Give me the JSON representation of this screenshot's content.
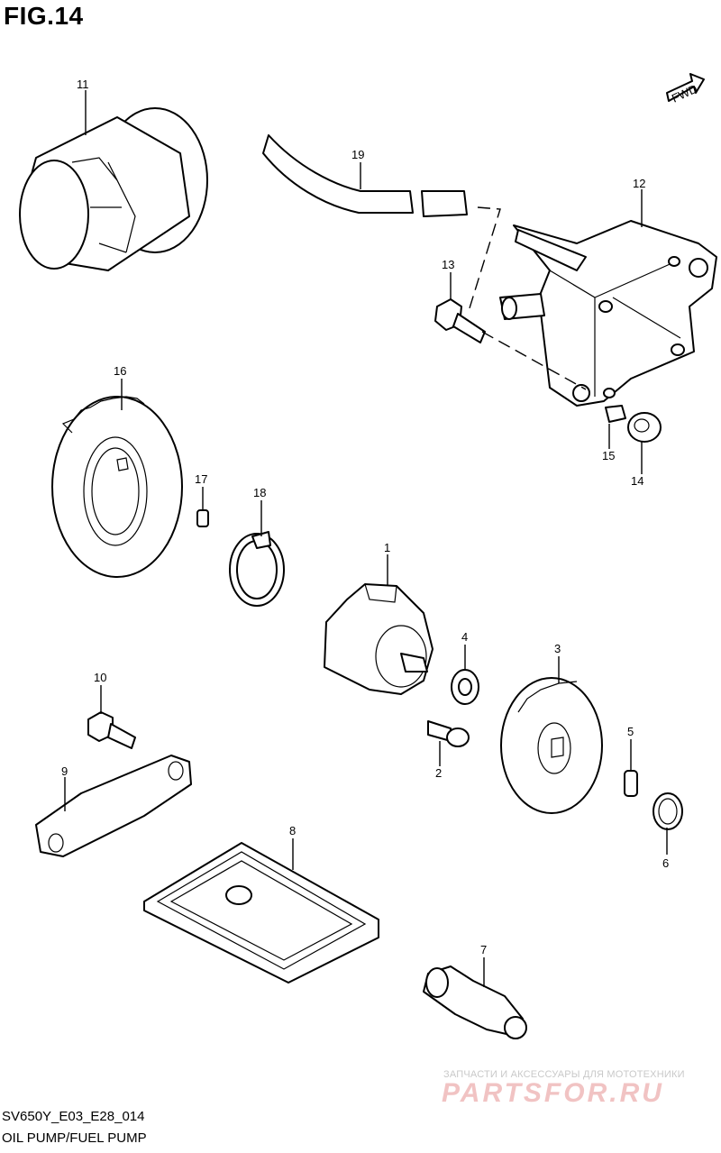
{
  "figure": {
    "title": "FIG.14"
  },
  "direction_marker": {
    "label": "FWD",
    "icon": "forward-arrow-icon"
  },
  "callouts": [
    "1",
    "2",
    "3",
    "4",
    "5",
    "6",
    "7",
    "8",
    "9",
    "10",
    "11",
    "12",
    "13",
    "14",
    "15",
    "16",
    "17",
    "18",
    "19"
  ],
  "footer": {
    "code": "SV650Y_E03_E28_014",
    "name": "OIL PUMP/FUEL PUMP"
  },
  "watermark": {
    "subtitle": "ЗАПЧАСТИ И АКСЕССУАРЫ ДЛЯ МОТОТЕХНИКИ",
    "brand": "PARTSFOR.RU",
    "color": "#f1c3c3"
  }
}
